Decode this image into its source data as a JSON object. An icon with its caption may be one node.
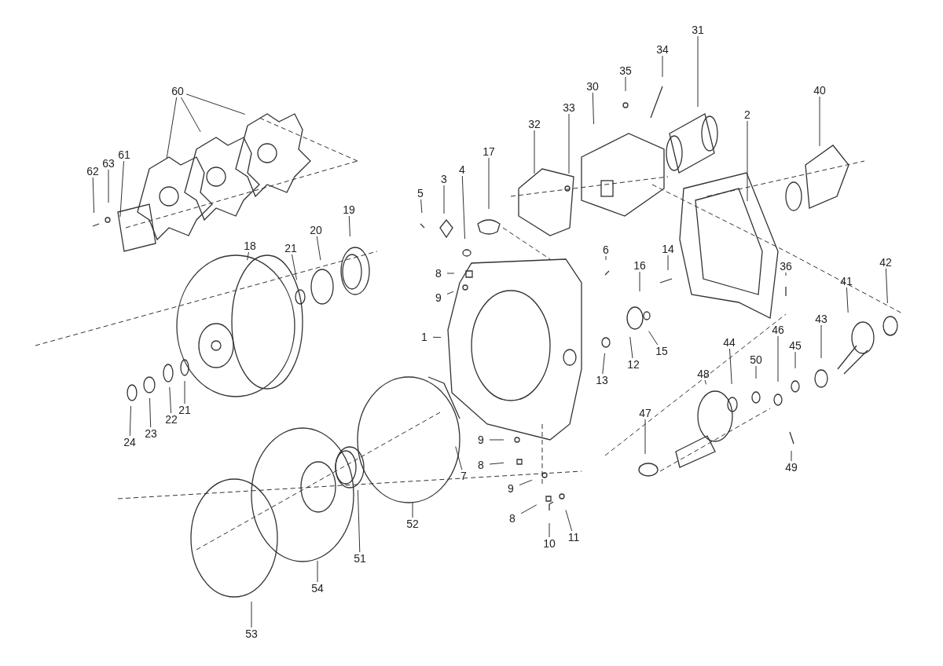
{
  "diagram": {
    "nodes": [
      {
        "text": [
          "31"
        ]
      },
      {
        "text": [
          "34"
        ]
      },
      {
        "text": [
          "60"
        ]
      },
      {
        "text": [
          "30"
        ]
      },
      {
        "text": [
          "35"
        ]
      },
      {
        "text": [
          "40"
        ]
      },
      {
        "text": [
          "33"
        ]
      },
      {
        "text": [
          "32"
        ]
      },
      {
        "text": [
          "2"
        ]
      },
      {
        "text": [
          "17"
        ]
      },
      {
        "text": [
          "61"
        ]
      },
      {
        "text": [
          "63"
        ]
      },
      {
        "text": [
          "62"
        ]
      },
      {
        "text": [
          "4"
        ]
      },
      {
        "text": [
          "3"
        ]
      },
      {
        "text": [
          "5"
        ]
      },
      {
        "text": [
          "19"
        ]
      },
      {
        "text": [
          "20"
        ]
      },
      {
        "text": [
          "18"
        ]
      },
      {
        "text": [
          "21"
        ]
      },
      {
        "text": [
          "6"
        ]
      },
      {
        "text": [
          "14"
        ]
      },
      {
        "text": [
          "42"
        ]
      },
      {
        "text": [
          "16"
        ]
      },
      {
        "text": [
          "36"
        ]
      },
      {
        "text": [
          "8"
        ]
      },
      {
        "text": [
          "41"
        ]
      },
      {
        "text": [
          "9"
        ]
      },
      {
        "text": [
          "1"
        ]
      },
      {
        "text": [
          "15"
        ]
      },
      {
        "text": [
          "46"
        ]
      },
      {
        "text": [
          "45"
        ]
      },
      {
        "text": [
          "43"
        ]
      },
      {
        "text": [
          "44"
        ]
      },
      {
        "text": [
          "50"
        ]
      },
      {
        "text": [
          "12"
        ]
      },
      {
        "text": [
          "13"
        ]
      },
      {
        "text": [
          "48"
        ]
      },
      {
        "text": [
          "21"
        ]
      },
      {
        "text": [
          "22"
        ]
      },
      {
        "text": [
          "23"
        ]
      },
      {
        "text": [
          "24"
        ]
      },
      {
        "text": [
          "47"
        ]
      },
      {
        "text": [
          "9"
        ]
      },
      {
        "text": [
          "7"
        ]
      },
      {
        "text": [
          "8"
        ]
      },
      {
        "text": [
          "9"
        ]
      },
      {
        "text": [
          "49"
        ]
      },
      {
        "text": [
          "8"
        ]
      },
      {
        "text": [
          "52"
        ]
      },
      {
        "text": [
          "10"
        ]
      },
      {
        "text": [
          "11"
        ]
      },
      {
        "text": [
          "51"
        ]
      },
      {
        "text": [
          "54"
        ]
      },
      {
        "text": [
          "53"
        ]
      }
    ],
    "edges": [
      {
        "from": 0,
        "to": null,
        "arrow": "none"
      },
      {
        "from": 1,
        "to": null,
        "arrow": "none"
      },
      {
        "from": 2,
        "to": null,
        "arrow": "none"
      },
      {
        "from": 2,
        "to": null,
        "arrow": "none"
      },
      {
        "from": 2,
        "to": null,
        "arrow": "none"
      },
      {
        "from": 3,
        "to": null,
        "arrow": "none"
      },
      {
        "from": 4,
        "to": null,
        "arrow": "none"
      },
      {
        "from": 5,
        "to": null,
        "arrow": "none"
      },
      {
        "from": 6,
        "to": null,
        "arrow": "none"
      },
      {
        "from": 7,
        "to": null,
        "arrow": "none"
      },
      {
        "from": 8,
        "to": null,
        "arrow": "none"
      },
      {
        "from": 9,
        "to": null,
        "arrow": "none"
      },
      {
        "from": 10,
        "to": null,
        "arrow": "none"
      },
      {
        "from": 11,
        "to": null,
        "arrow": "none"
      },
      {
        "from": 12,
        "to": null,
        "arrow": "none"
      },
      {
        "from": 13,
        "to": null,
        "arrow": "none"
      },
      {
        "from": 14,
        "to": null,
        "arrow": "none"
      },
      {
        "from": 15,
        "to": null,
        "arrow": "none"
      },
      {
        "from": 16,
        "to": null,
        "arrow": "none"
      },
      {
        "from": 17,
        "to": null,
        "arrow": "none"
      },
      {
        "from": 18,
        "to": null,
        "arrow": "none"
      },
      {
        "from": 19,
        "to": null,
        "arrow": "none"
      },
      {
        "from": 20,
        "to": null,
        "arrow": "none"
      },
      {
        "from": 21,
        "to": null,
        "arrow": "none"
      },
      {
        "from": 22,
        "to": null,
        "arrow": "none"
      },
      {
        "from": 23,
        "to": null,
        "arrow": "none"
      },
      {
        "from": 24,
        "to": null,
        "arrow": "none"
      },
      {
        "from": 25,
        "to": null,
        "arrow": "none"
      },
      {
        "from": 26,
        "to": null,
        "arrow": "none"
      },
      {
        "from": 27,
        "to": null,
        "arrow": "none"
      },
      {
        "from": 28,
        "to": null,
        "arrow": "none"
      },
      {
        "from": 29,
        "to": null,
        "arrow": "none"
      },
      {
        "from": 30,
        "to": null,
        "arrow": "none"
      },
      {
        "from": 31,
        "to": null,
        "arrow": "none"
      },
      {
        "from": 32,
        "to": null,
        "arrow": "none"
      },
      {
        "from": 33,
        "to": null,
        "arrow": "none"
      },
      {
        "from": 34,
        "to": null,
        "arrow": "none"
      },
      {
        "from": 35,
        "to": null,
        "arrow": "none"
      },
      {
        "from": 36,
        "to": null,
        "arrow": "none"
      },
      {
        "from": 37,
        "to": null,
        "arrow": "none"
      },
      {
        "from": 38,
        "to": null,
        "arrow": "none"
      },
      {
        "from": 39,
        "to": null,
        "arrow": "none"
      },
      {
        "from": 40,
        "to": null,
        "arrow": "none"
      },
      {
        "from": 41,
        "to": null,
        "arrow": "none"
      },
      {
        "from": 42,
        "to": null,
        "arrow": "none"
      },
      {
        "from": 43,
        "to": null,
        "arrow": "none"
      },
      {
        "from": 44,
        "to": null,
        "arrow": "none"
      },
      {
        "from": 45,
        "to": null,
        "arrow": "none"
      },
      {
        "from": 46,
        "to": null,
        "arrow": "none"
      },
      {
        "from": 47,
        "to": null,
        "arrow": "none"
      },
      {
        "from": 48,
        "to": null,
        "arrow": "none"
      },
      {
        "from": 49,
        "to": null,
        "arrow": "none"
      },
      {
        "from": 50,
        "to": null,
        "arrow": "none"
      },
      {
        "from": 51,
        "to": null,
        "arrow": "none"
      },
      {
        "from": 52,
        "to": null,
        "arrow": "none"
      },
      {
        "from": 53,
        "to": null,
        "arrow": "none"
      },
      {
        "from": 54,
        "to": null,
        "arrow": "none"
      }
    ]
  }
}
